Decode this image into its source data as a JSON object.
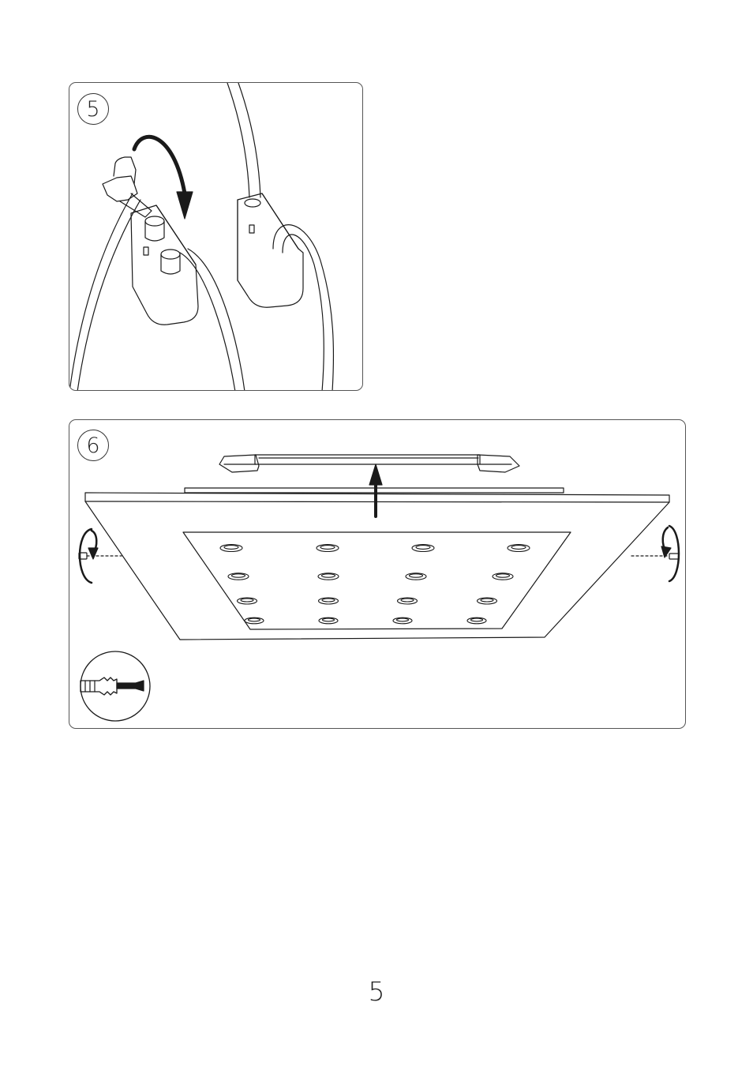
{
  "steps": [
    {
      "number": "5"
    },
    {
      "number": "6"
    }
  ],
  "page": {
    "number": "5"
  },
  "icons": {
    "rotate_arrow": "curved-arrow-icon",
    "lift_arrow": "up-arrow-icon",
    "tool": "screwdriver-icon"
  },
  "colors": {
    "line": "#1a1a1a",
    "frame": "#555555",
    "background": "#ffffff"
  }
}
